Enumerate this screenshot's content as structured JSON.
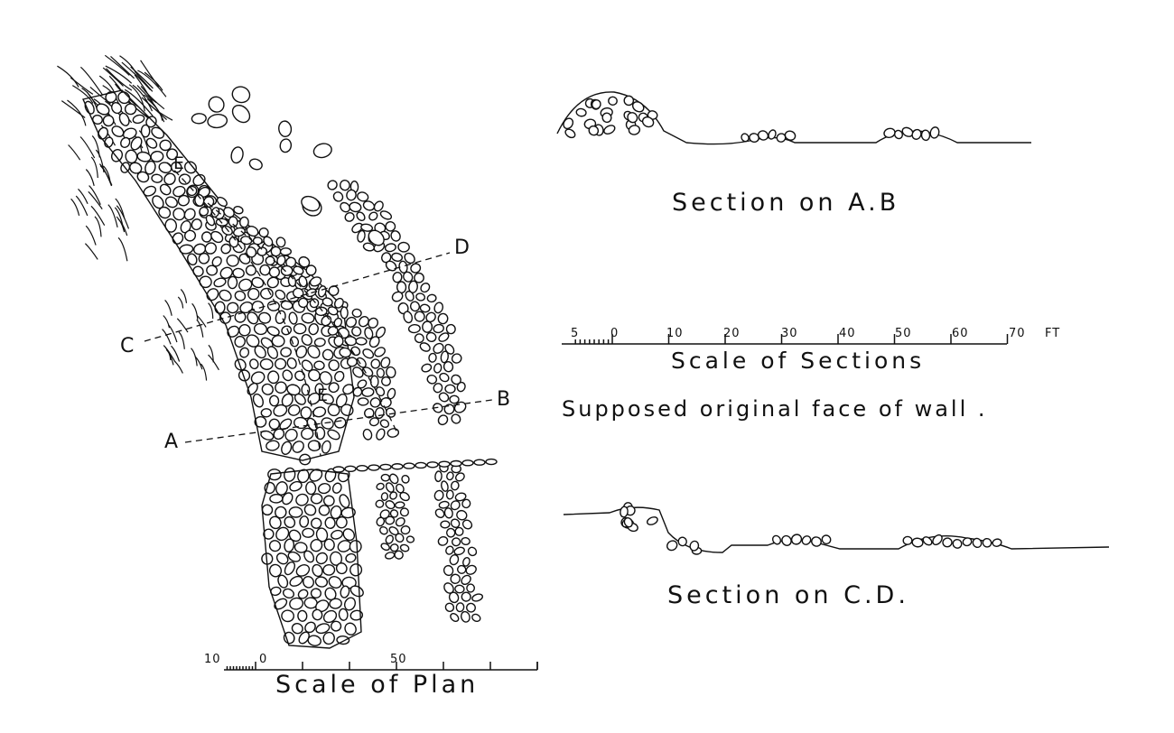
{
  "plan": {
    "letters": {
      "a": "A",
      "b": "B",
      "c": "C",
      "d": "D",
      "e_upper": "E",
      "e_lower": "E"
    },
    "scale_caption": "Scale of Plan",
    "scale_ticks": [
      "10",
      "0",
      "50"
    ]
  },
  "sections": {
    "ab_caption": "Section on A.B",
    "cd_caption": "Section on C.D.",
    "scale_caption": "Scale of Sections",
    "scale_ticks": [
      "5",
      "0",
      "10",
      "20",
      "30",
      "40",
      "50",
      "60",
      "70"
    ],
    "scale_unit": "FT",
    "note": "Supposed original face of wall ."
  },
  "colors": {
    "ink": "#111111",
    "paper": "#ffffff"
  }
}
